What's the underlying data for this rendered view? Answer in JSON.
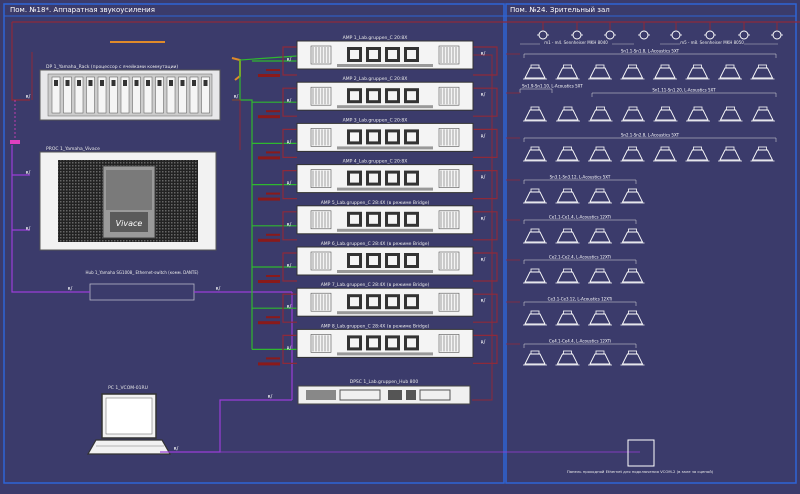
{
  "zones": {
    "left_title": "Пом. №18*. Аппаратная звукоусиления",
    "right_title": "Пом. №24. Зрительный зал"
  },
  "devices": {
    "dsp_rack": "DP 1_Yamaha_Rack (процессор с ячейками коммутации)",
    "processor": "PROC 1_Yamaha_Vivace",
    "processor_brand": "Vivace",
    "hub": "Hub 1_Yamaha SG1008_ Ethernet-switch (комм. DANTE)",
    "pc": "PC 1_VCOM-01RU",
    "dpsc": "DPSC 1_Lab.gruppen_Hub 800",
    "ethernet_box": "Панель проходной Ethernet для подключения VCOM-2 (в зале за сценой)"
  },
  "mics": [
    "m1 - m4. Sennheiser MKH 8040",
    "m5 - m8. Sennheiser MKH 8050"
  ],
  "amps": [
    "AMP 1_Lab.gruppen_C 20:8X",
    "AMP 2_Lab.gruppen_C 20:8X",
    "AMP 3_Lab.gruppen_C 20:8X",
    "AMP 4_Lab.gruppen_C 20:8X",
    "AMP 5_Lab.gruppen_C 28:4X (в режиме Bridge)",
    "AMP 6_Lab.gruppen_C 28:4X (в режиме Bridge)",
    "AMP 7_Lab.gruppen_C 28:4X (в режиме Bridge)",
    "AMP 8_Lab.gruppen_C 28:4X (в режиме Bridge)"
  ],
  "speaker_groups": [
    {
      "label": "Sn1.1-Sn1.8, L-Acoustics 5XT",
      "count": 8
    },
    {
      "label": "Sn1.9-Sn1.10, L-Acoustics 5XT",
      "count": 1
    },
    {
      "label": "Sn1.11-Sn1.20, L-Acoustics 5XT",
      "count": 7
    },
    {
      "label": "Sn2.1-Sn2.8, L-Acoustics 5XT",
      "count": 8
    },
    {
      "label": "Sn3.1-Sn3.12, L-Acoustics 5XT",
      "count": 4
    },
    {
      "label": "Ce1.1-Ce1.4, L-Acoustics 12XTi",
      "count": 4
    },
    {
      "label": "Ce2.1-Ce2.4, L-Acoustics 12XTi",
      "count": 4
    },
    {
      "label": "Ce3.1-Ce3.12, L-Acoustics 12XTi",
      "count": 4
    },
    {
      "label": "Ce4.1-Ce4.4, L-Acoustics 12XTi",
      "count": 4
    }
  ],
  "colors": {
    "background": "#3b3b6b",
    "speaker_line": "#8e2a3a",
    "control_line": "#2fb82f",
    "network_line": "#9a3cd8",
    "cable_label": "#8a1a1a",
    "device": "#f0f0f0",
    "frame": "#cfd0e0",
    "zone_border": "#2e64d6"
  },
  "icons": [
    "amplifier-rack-icon",
    "loudspeaker-icon",
    "microphone-icon",
    "laptop-icon",
    "processor-chassis-icon",
    "dsp-rack-icon"
  ]
}
